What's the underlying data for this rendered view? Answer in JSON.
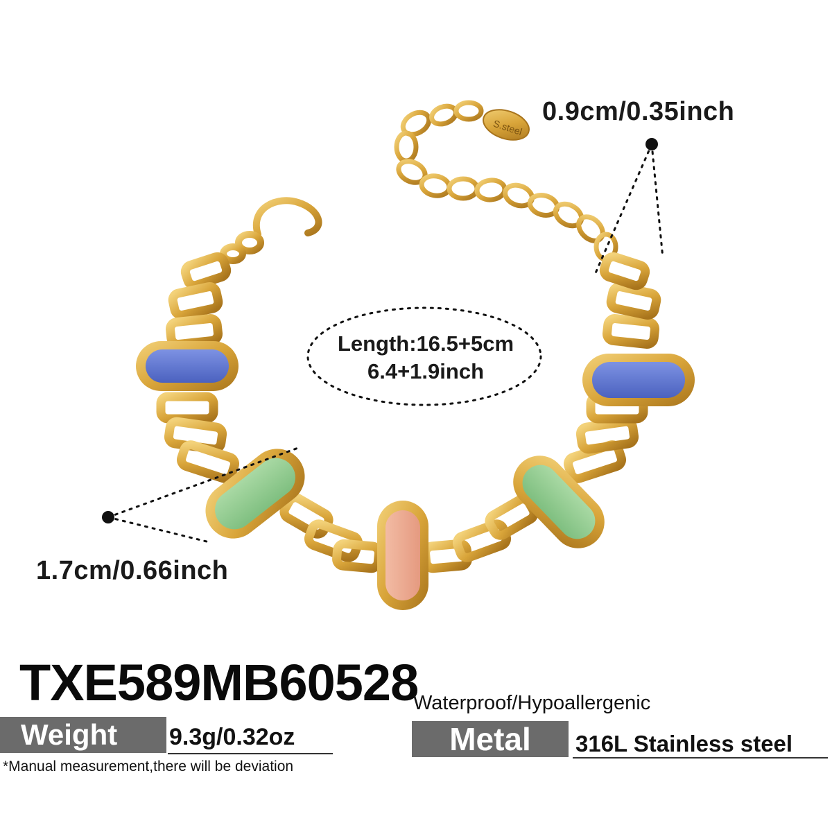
{
  "measurements": {
    "chain_width": "0.9cm/0.35inch",
    "stone_width": "1.7cm/0.66inch",
    "length_line1": "Length:16.5+5cm",
    "length_line2": "6.4+1.9inch"
  },
  "tag_text": "S.steel",
  "product": {
    "sku": "TXE589MB60528",
    "weight_label": "Weight",
    "weight_value": "9.3g/0.32oz",
    "features": "Waterproof/Hypoallergenic",
    "metal_label": "Metal",
    "metal_value": "316L Stainless steel",
    "note": "*Manual measurement,there will be deviation"
  },
  "colors": {
    "gold": "#d9a53a",
    "gold_dark": "#a8741c",
    "blue_stone": "#5b72cc",
    "green_stone": "#8ec98c",
    "pink_stone": "#eaa78e",
    "label_gray": "#6b6b6b"
  }
}
